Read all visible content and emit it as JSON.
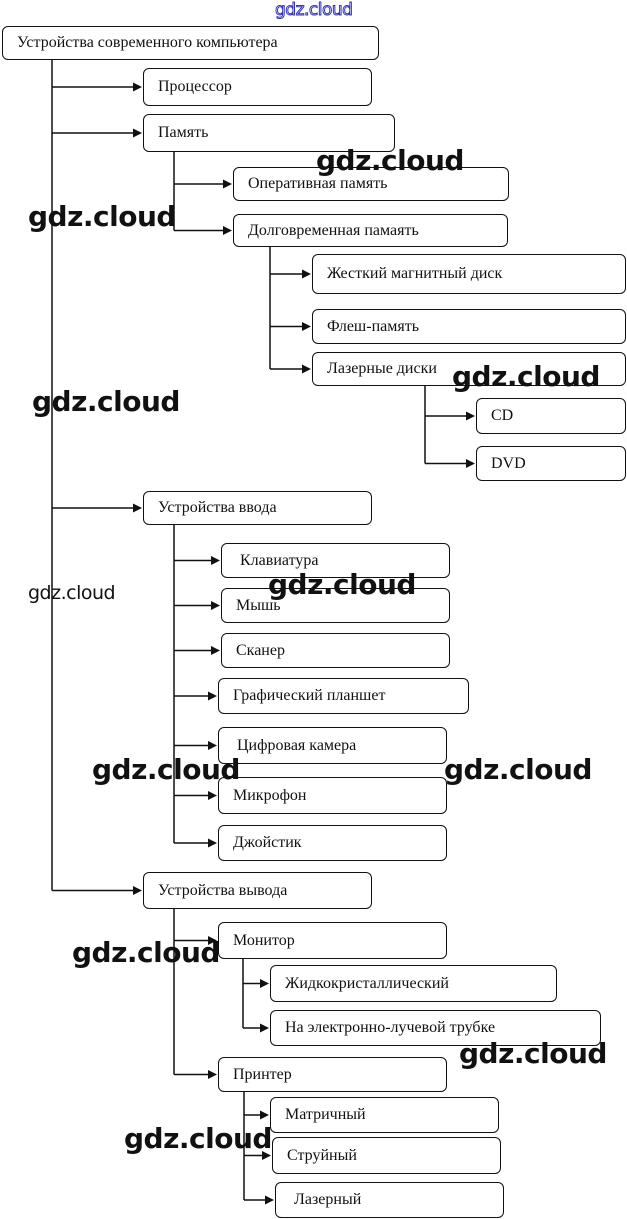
{
  "diagram": {
    "root": {
      "id": "root",
      "label": "Устройства современного компьютера"
    },
    "nodes": [
      {
        "id": "cpu",
        "parent": "root",
        "label": "Процессор"
      },
      {
        "id": "memory",
        "parent": "root",
        "label": "Память"
      },
      {
        "id": "ram",
        "parent": "memory",
        "label": "Оперативная память"
      },
      {
        "id": "longterm",
        "parent": "memory",
        "label": "Долговременная памаять"
      },
      {
        "id": "hdd",
        "parent": "longterm",
        "label": "Жесткий магнитный диск"
      },
      {
        "id": "flash",
        "parent": "longterm",
        "label": "Флеш-память"
      },
      {
        "id": "optical",
        "parent": "longterm",
        "label": "Лазерные диски"
      },
      {
        "id": "cd",
        "parent": "optical",
        "label": "CD"
      },
      {
        "id": "dvd",
        "parent": "optical",
        "label": "DVD"
      },
      {
        "id": "input",
        "parent": "root",
        "label": "Устройства ввода"
      },
      {
        "id": "keyboard",
        "parent": "input",
        "label": "Клавиатура"
      },
      {
        "id": "mouse",
        "parent": "input",
        "label": "Мышь"
      },
      {
        "id": "scanner",
        "parent": "input",
        "label": "Сканер"
      },
      {
        "id": "tablet",
        "parent": "input",
        "label": "Графический планшет"
      },
      {
        "id": "camera",
        "parent": "input",
        "label": "Цифровая камера"
      },
      {
        "id": "mic",
        "parent": "input",
        "label": "Микрофон"
      },
      {
        "id": "joystick",
        "parent": "input",
        "label": "Джойстик"
      },
      {
        "id": "output",
        "parent": "root",
        "label": "Устройства вывода"
      },
      {
        "id": "monitor",
        "parent": "output",
        "label": "Монитор"
      },
      {
        "id": "lcd",
        "parent": "monitor",
        "label": "Жидкокристаллический"
      },
      {
        "id": "crt",
        "parent": "monitor",
        "label": "На электронно-лучевой трубке"
      },
      {
        "id": "printer",
        "parent": "output",
        "label": "Принтер"
      },
      {
        "id": "dotmatrix",
        "parent": "printer",
        "label": "Матричный"
      },
      {
        "id": "inkjet",
        "parent": "printer",
        "label": "Струйный"
      },
      {
        "id": "laser",
        "parent": "printer",
        "label": "Лазерный"
      }
    ]
  },
  "watermark": {
    "text": "gdz.cloud",
    "accent_color": "#3333bb"
  }
}
